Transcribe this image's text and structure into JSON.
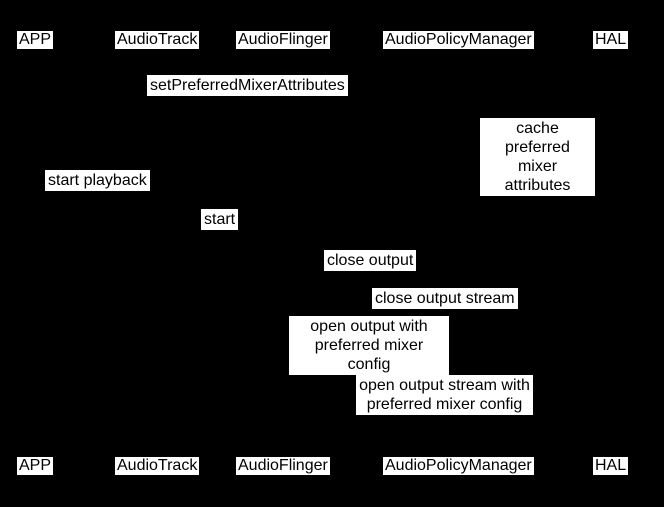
{
  "diagram": {
    "type": "sequence-diagram",
    "colors": {
      "background": "#000000",
      "label_background": "#ffffff",
      "label_text": "#000000"
    },
    "participants": [
      "APP",
      "AudioTrack",
      "AudioFlinger",
      "AudioPolicyManager",
      "HAL"
    ],
    "messages": [
      {
        "label": "setPreferredMixerAttributes"
      },
      {
        "label": "cache preferred\nmixer attributes"
      },
      {
        "label": "start playback"
      },
      {
        "label": "start"
      },
      {
        "label": "close output"
      },
      {
        "label": "close output stream"
      },
      {
        "label": "open output with\npreferred mixer config"
      },
      {
        "label": "open output stream with\npreferred mixer config"
      }
    ]
  }
}
